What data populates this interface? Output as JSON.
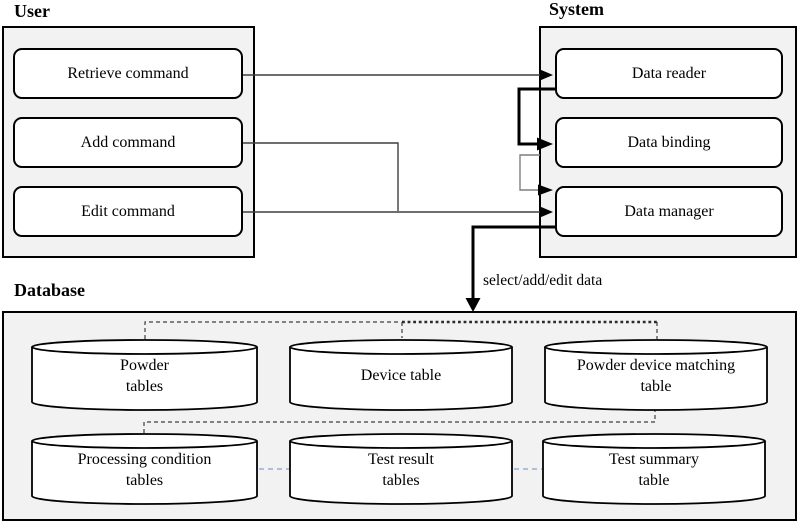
{
  "user": {
    "label": "User",
    "items": [
      {
        "label": "Retrieve command"
      },
      {
        "label": "Add command"
      },
      {
        "label": "Edit command"
      }
    ]
  },
  "system": {
    "label": "System",
    "items": [
      {
        "label": "Data reader"
      },
      {
        "label": "Data binding"
      },
      {
        "label": "Data manager"
      }
    ]
  },
  "database": {
    "label": "Database",
    "tables": [
      {
        "label": "Powder\ntables"
      },
      {
        "label": "Device table"
      },
      {
        "label": "Powder device matching\ntable"
      },
      {
        "label": "Processing condition\ntables"
      },
      {
        "label": "Test result\ntables"
      },
      {
        "label": "Test summary\ntable"
      }
    ]
  },
  "arrow": {
    "label": "select/add/edit data"
  },
  "colors": {
    "section_fill": "#f2f2f2",
    "node_fill": "#ffffff",
    "border": "#000000",
    "connector": "#3f3f3f",
    "connector_gray": "#7f7f7f",
    "connector_blue": "#98b0d3"
  }
}
